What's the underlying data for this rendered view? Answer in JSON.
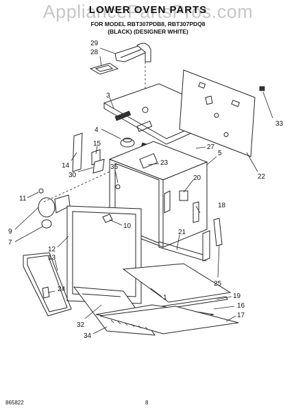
{
  "header": {
    "watermark": "AppliancePartsPros.com",
    "title": "LOWER OVEN PARTS",
    "line1": "FOR MODEL RBT307PDB8, RBT307PDQ8",
    "line2": "(BLACK) (DESIGNER WHITE)"
  },
  "footer": {
    "doc_number": "865822",
    "page": "8"
  },
  "callouts": {
    "c1": "1",
    "c3": "3",
    "c4": "4",
    "c5": "5",
    "c7": "7",
    "c9": "9",
    "c10": "10",
    "c11": "11",
    "c12": "12",
    "c13": "13",
    "c14": "14",
    "c15": "15",
    "c16": "16",
    "c17": "17",
    "c18": "18",
    "c19": "19",
    "c20": "20",
    "c21": "21",
    "c22": "22",
    "c23": "23",
    "c24": "24",
    "c25": "25",
    "c27": "27",
    "c28": "28",
    "c29": "29",
    "c30": "30",
    "c32": "32",
    "c33": "33",
    "c34": "34",
    "c35": "35"
  }
}
